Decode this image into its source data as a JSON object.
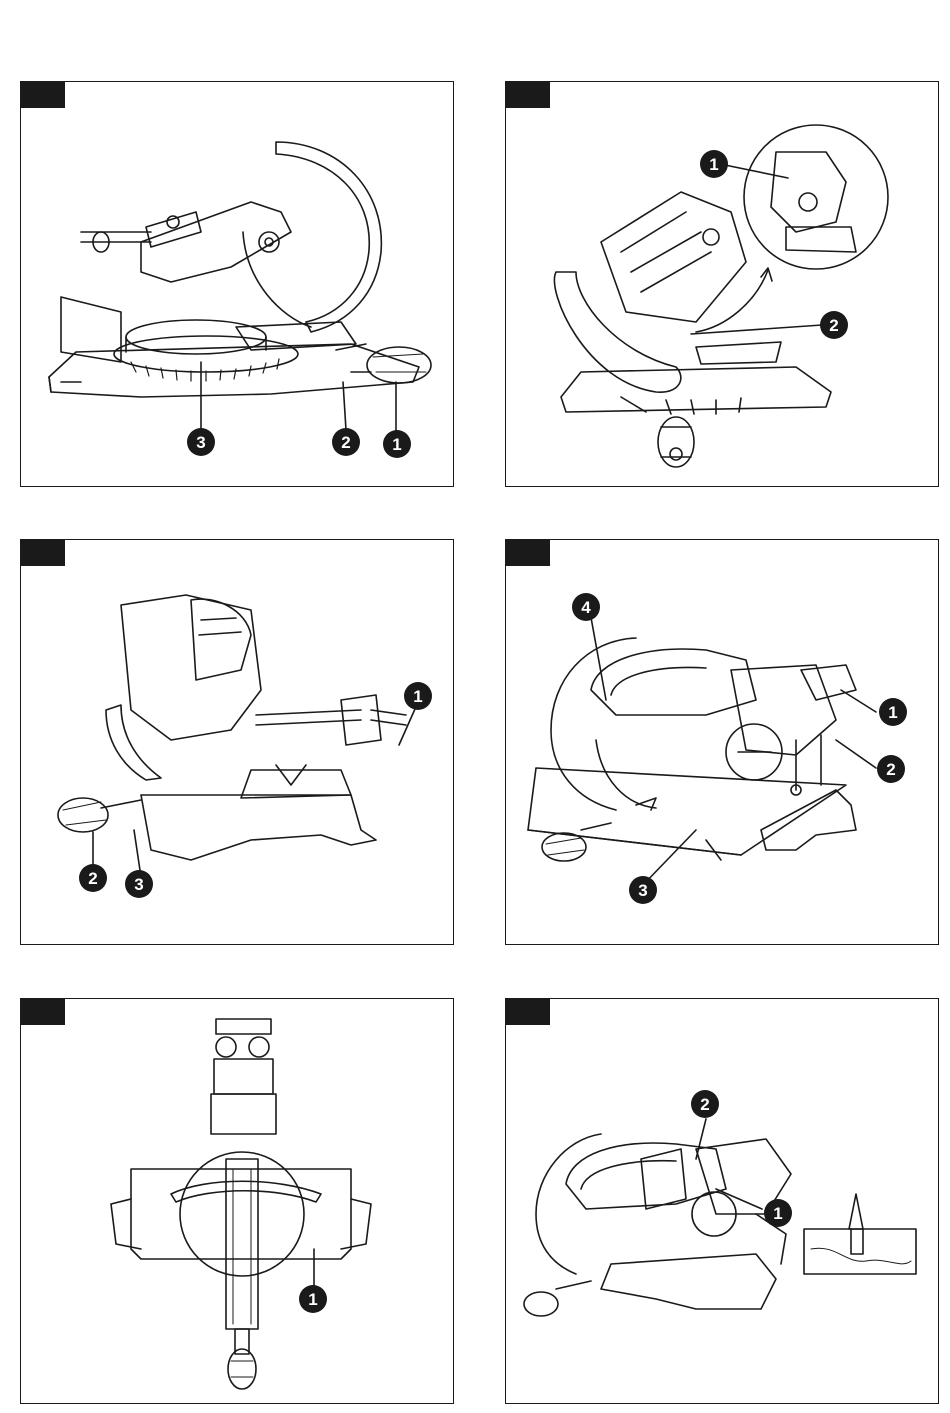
{
  "page": {
    "panels": [
      {
        "id": "panel-1",
        "callouts": [
          "1",
          "2",
          "3"
        ]
      },
      {
        "id": "panel-2",
        "callouts": [
          "1",
          "2"
        ]
      },
      {
        "id": "panel-3",
        "callouts": [
          "1",
          "2",
          "3"
        ]
      },
      {
        "id": "panel-4",
        "callouts": [
          "1",
          "2",
          "3",
          "4"
        ]
      },
      {
        "id": "panel-5",
        "callouts": [
          "1"
        ]
      },
      {
        "id": "panel-6",
        "callouts": [
          "1",
          "2"
        ]
      }
    ]
  },
  "colors": {
    "ink": "#1a1a1a",
    "paper": "#ffffff",
    "tab": "#1a1a1a"
  },
  "icons": [
    "miter-saw-drawing",
    "bevel-lock-knob-icon",
    "rotation-arrow-icon",
    "wood-kerf-icon"
  ]
}
